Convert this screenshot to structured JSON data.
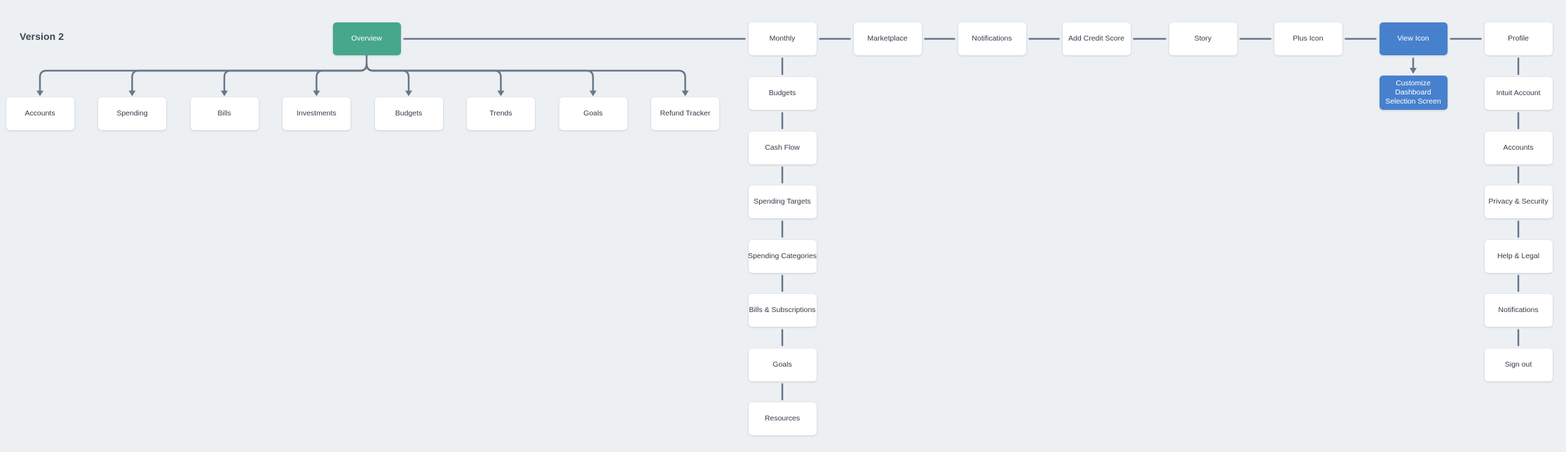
{
  "page": {
    "title": "Version 2"
  },
  "colors": {
    "background": "#edf0f3",
    "node_background": "#ffffff",
    "accent_green": "#47a78c",
    "accent_blue": "#4781ce",
    "connector": "#68778a",
    "node_text": "#333c48",
    "title_text": "#3c4653"
  },
  "diagram": {
    "top_row": [
      {
        "id": "overview",
        "label": "Overview",
        "variant": "green"
      },
      {
        "id": "monthly",
        "label": "Monthly",
        "variant": "white"
      },
      {
        "id": "marketplace",
        "label": "Marketplace",
        "variant": "white"
      },
      {
        "id": "notifications",
        "label": "Notifications",
        "variant": "white"
      },
      {
        "id": "add-credit-score",
        "label": "Add Credit Score",
        "variant": "white"
      },
      {
        "id": "story",
        "label": "Story",
        "variant": "white"
      },
      {
        "id": "plus-icon",
        "label": "Plus Icon",
        "variant": "white"
      },
      {
        "id": "view-icon",
        "label": "View Icon",
        "variant": "blue"
      },
      {
        "id": "profile",
        "label": "Profile",
        "variant": "white"
      }
    ],
    "overview_children": [
      {
        "id": "accounts",
        "label": "Accounts"
      },
      {
        "id": "spending",
        "label": "Spending"
      },
      {
        "id": "bills",
        "label": "Bills"
      },
      {
        "id": "investments",
        "label": "Investments"
      },
      {
        "id": "budgets",
        "label": "Budgets"
      },
      {
        "id": "trends",
        "label": "Trends"
      },
      {
        "id": "goals",
        "label": "Goals"
      },
      {
        "id": "refund-tracker",
        "label": "Refund Tracker"
      }
    ],
    "monthly_chain": [
      {
        "id": "monthly-budgets",
        "label": "Budgets"
      },
      {
        "id": "cash-flow",
        "label": "Cash Flow"
      },
      {
        "id": "spending-targets",
        "label": "Spending Targets"
      },
      {
        "id": "spending-categories",
        "label": "Spending Categories"
      },
      {
        "id": "bills-subscriptions",
        "label": "Bills & Subscriptions"
      },
      {
        "id": "monthly-goals",
        "label": "Goals"
      },
      {
        "id": "resources",
        "label": "Resources"
      }
    ],
    "view_icon_children": [
      {
        "id": "customize-dashboard",
        "label": "Customize\nDashboard\nSelection Screen",
        "variant": "blue"
      }
    ],
    "profile_chain": [
      {
        "id": "intuit-account",
        "label": "Intuit Account"
      },
      {
        "id": "profile-accounts",
        "label": "Accounts"
      },
      {
        "id": "privacy-security",
        "label": "Privacy & Security"
      },
      {
        "id": "help-legal",
        "label": "Help & Legal"
      },
      {
        "id": "profile-notifications",
        "label": "Notifications"
      },
      {
        "id": "sign-out",
        "label": "Sign out"
      }
    ]
  }
}
